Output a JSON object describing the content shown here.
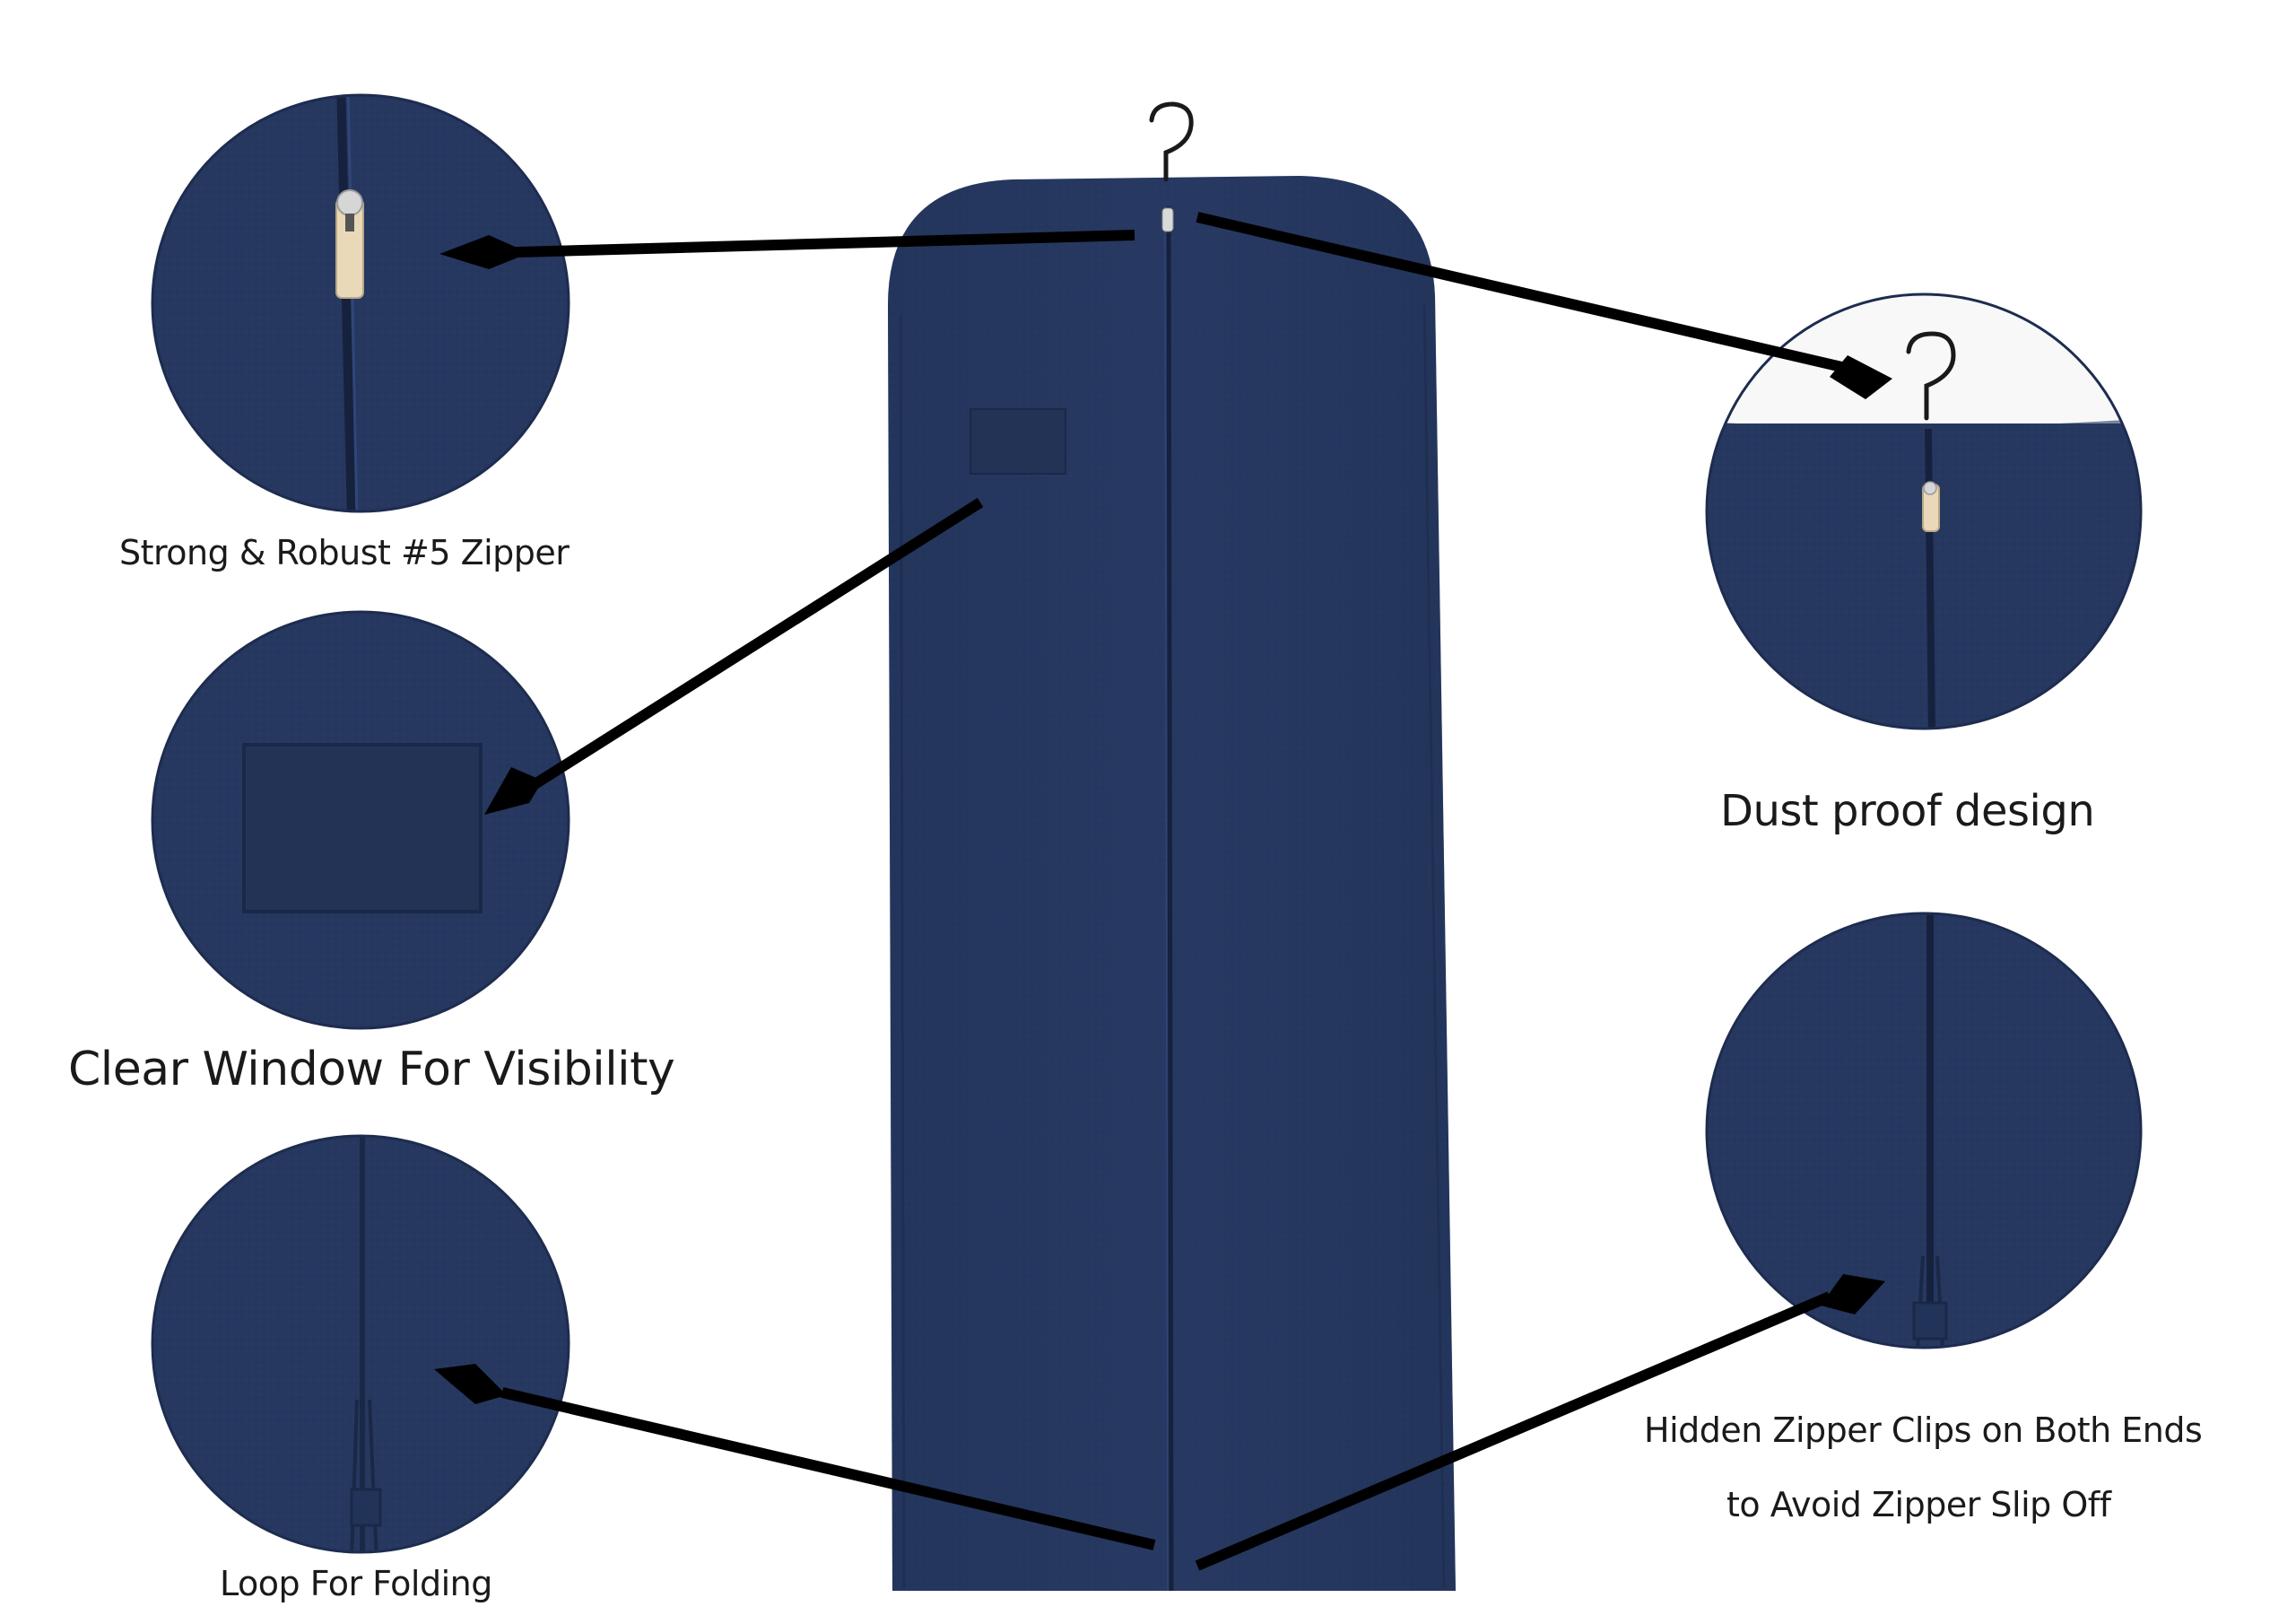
{
  "features": {
    "zipper": "Strong & Robust #5 Zipper",
    "window": "Clear Window For Visibility",
    "loop": "Loop For Folding",
    "dust": "Dust proof design",
    "clips_line1": "Hidden Zipper Clips on Both Ends",
    "clips_line2": "to Avoid Zipper Slip Off"
  },
  "colors": {
    "bag": "#25375f",
    "bag_dark": "#1d2c4f",
    "zipper_pull": "#e9d9b8",
    "pointer": "#000000",
    "hanger": "#1a1a1a"
  }
}
